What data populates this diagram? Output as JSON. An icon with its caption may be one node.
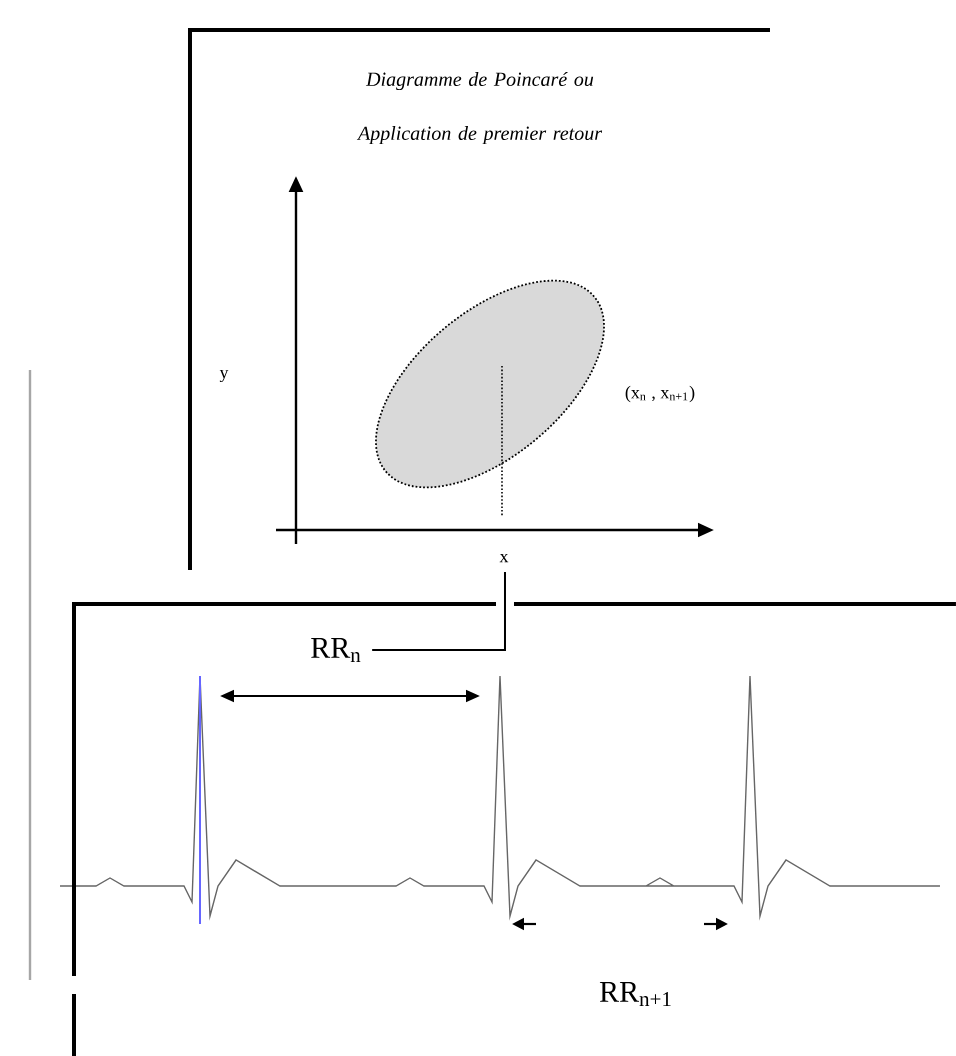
{
  "diagram": {
    "nodes": [
      {
        "text": [
          "Diagramme de Poincaré ou Application de premier retour"
        ]
      },
      {
        "text": [
          "RR$_{n}$",
          "RR$_{n+1}$"
        ]
      }
    ],
    "edges": [
      {
        "from": 1,
        "to": 0,
        "arrow": "none"
      }
    ],
    "labels": [
      "y",
      "x",
      "(x$_{n}$ , x$_{n+1}$)"
    ]
  }
}
